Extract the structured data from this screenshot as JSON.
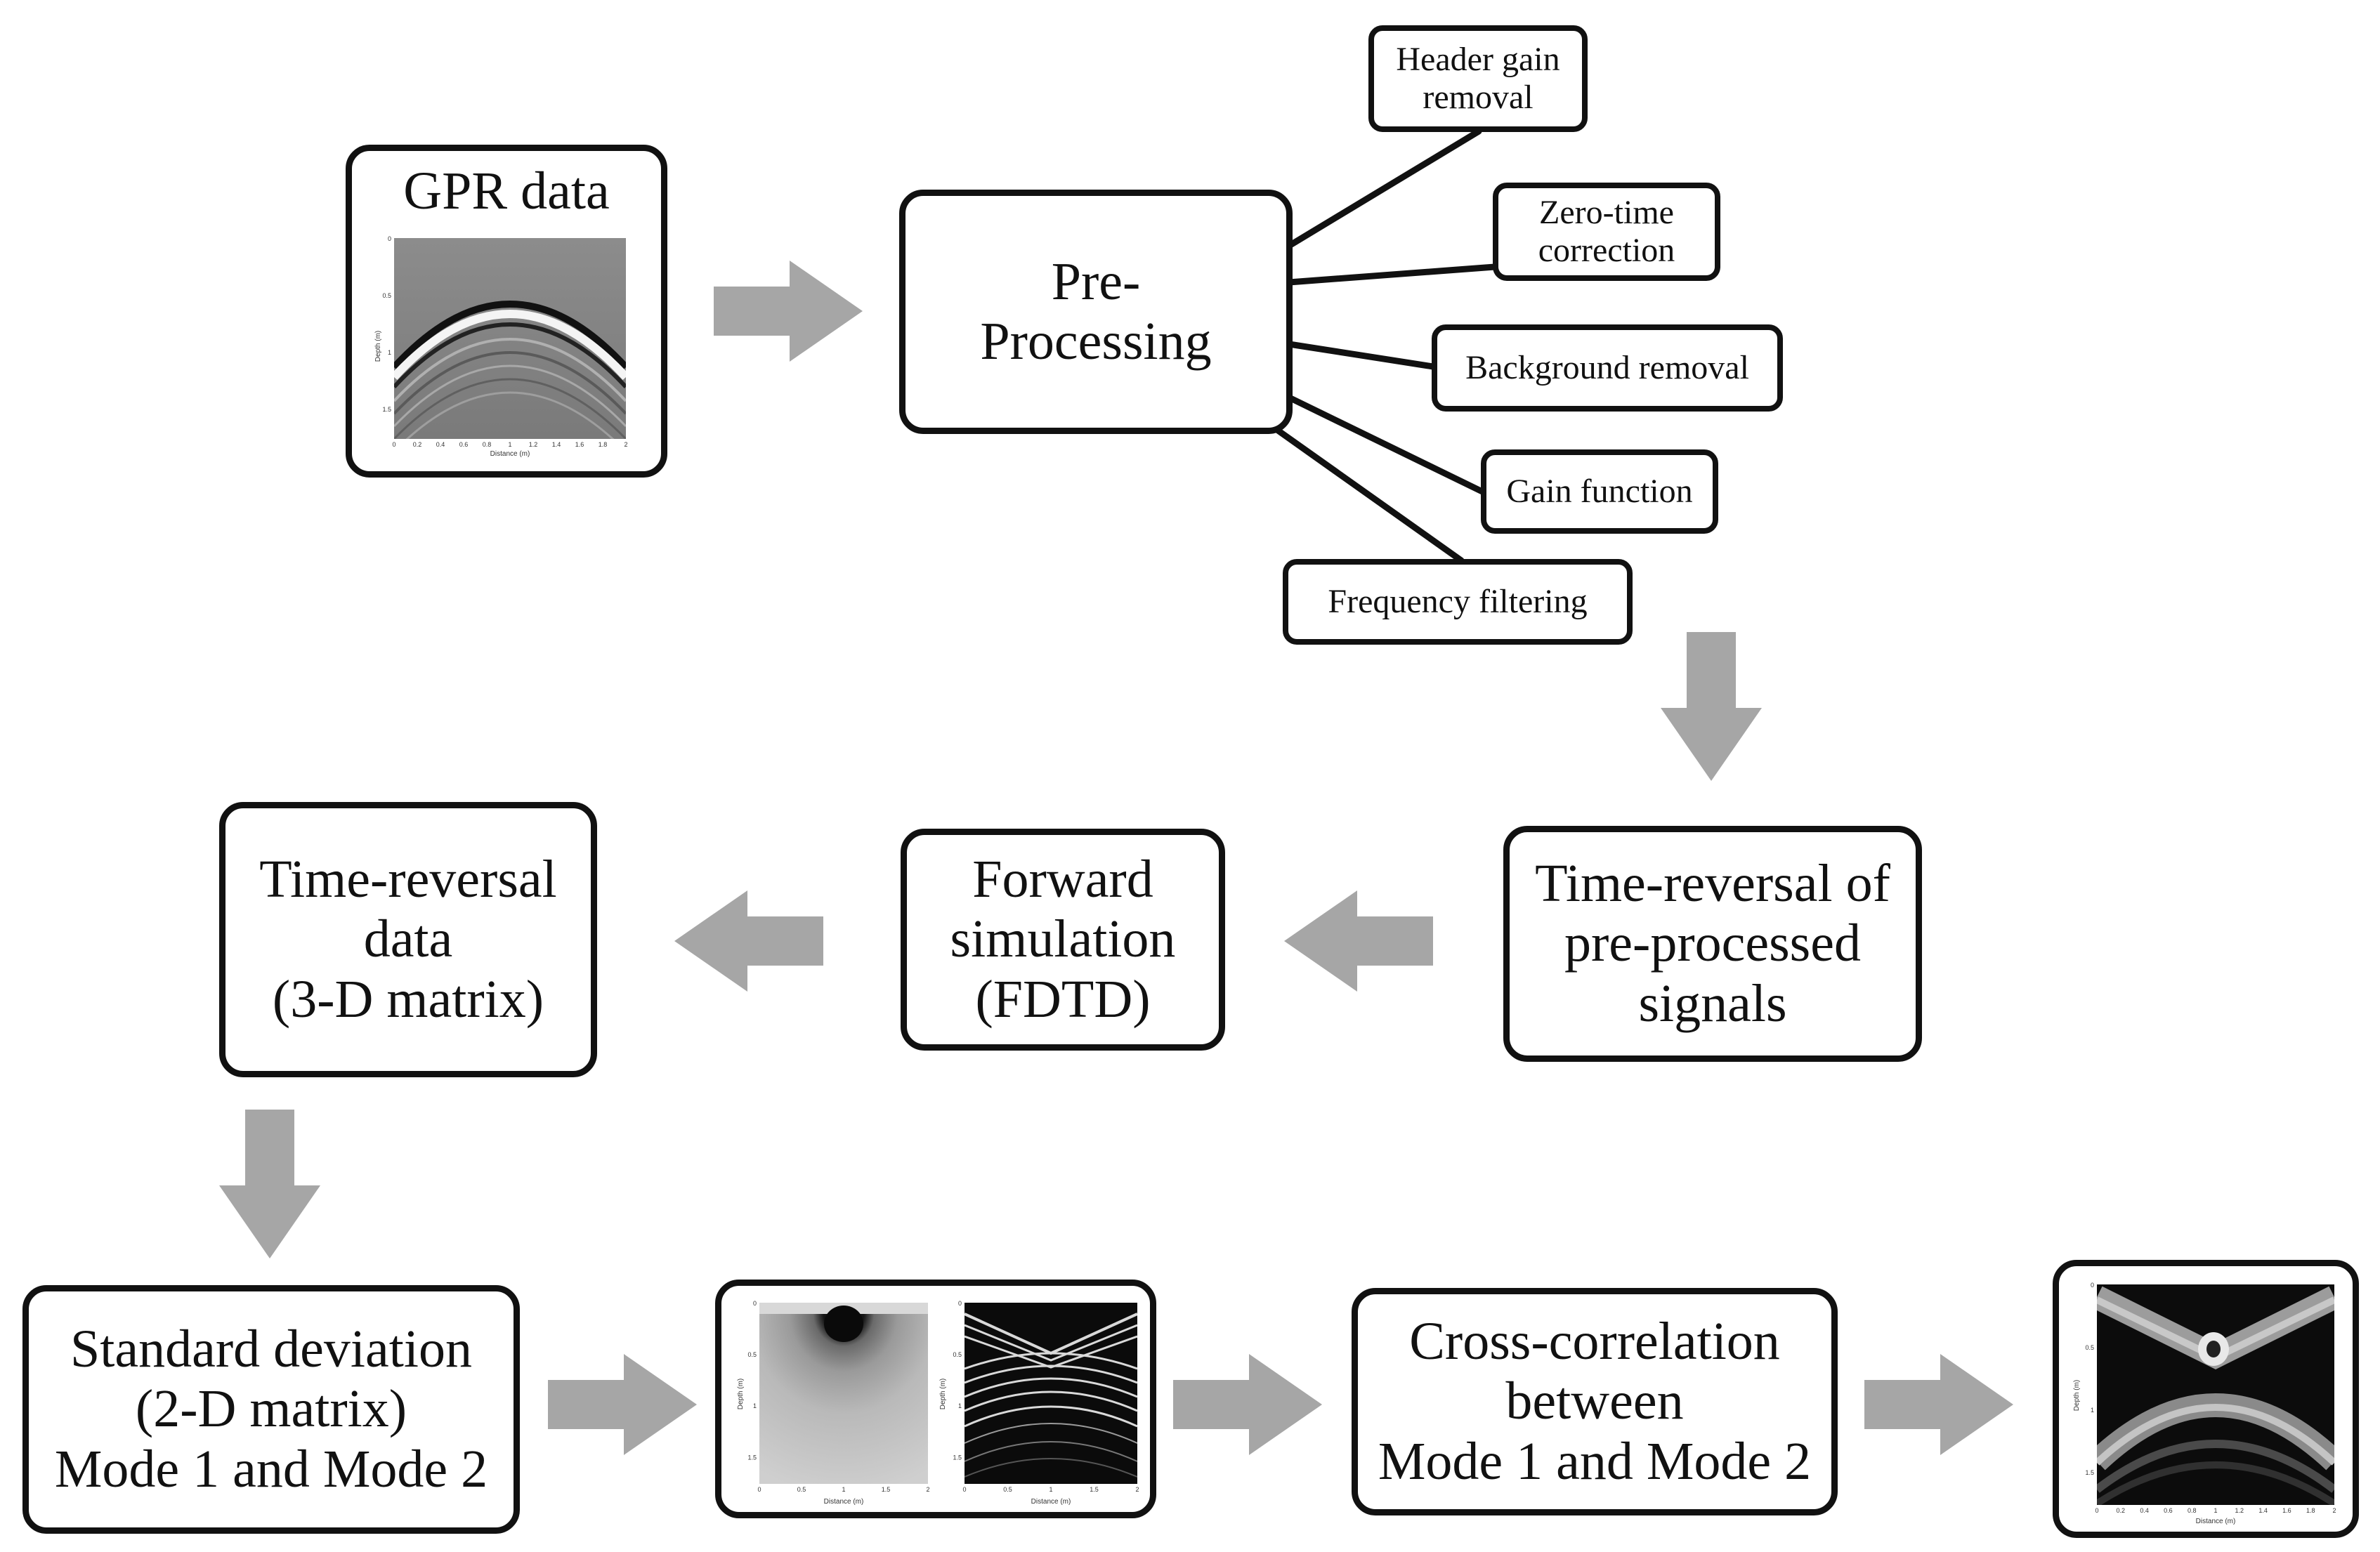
{
  "colors": {
    "arrow": "#a6a6a6",
    "border": "#111111"
  },
  "nodes": {
    "gpr": {
      "title": "GPR data"
    },
    "preprocessing": {
      "lines": [
        "Pre-",
        "Processing"
      ]
    },
    "header_gain": {
      "lines": [
        "Header gain",
        "removal"
      ]
    },
    "zero_time": {
      "lines": [
        "Zero-time",
        "correction"
      ]
    },
    "background": {
      "lines": [
        "Background removal"
      ]
    },
    "gain_function": {
      "lines": [
        "Gain function"
      ]
    },
    "frequency": {
      "lines": [
        "Frequency filtering"
      ]
    },
    "time_reversal_signals": {
      "lines": [
        "Time-reversal of",
        "pre-processed",
        "signals"
      ]
    },
    "forward_sim": {
      "lines": [
        "Forward",
        "simulation",
        "(FDTD)"
      ]
    },
    "tr_data": {
      "lines": [
        "Time-reversal",
        "data",
        "(3-D matrix)"
      ]
    },
    "std_dev": {
      "lines": [
        "Standard deviation",
        "(2-D matrix)",
        "Mode 1 and Mode 2"
      ]
    },
    "cross_corr": {
      "lines": [
        "Cross-correlation",
        "between",
        "Mode 1 and Mode 2"
      ]
    }
  },
  "thumbnails": {
    "gpr": {
      "ylabel": "Depth (m)",
      "xlabel": "Distance (m)",
      "yticks": [
        "0",
        "0.5",
        "1",
        "1.5"
      ],
      "xticks": [
        "0",
        "0.2",
        "0.4",
        "0.6",
        "0.8",
        "1",
        "1.2",
        "1.4",
        "1.6",
        "1.8",
        "2"
      ]
    },
    "mode1": {
      "ylabel": "Depth (m)",
      "xlabel": "Distance (m)",
      "yticks": [
        "0",
        "0.5",
        "1",
        "1.5"
      ],
      "xticks": [
        "0",
        "0.5",
        "1",
        "1.5",
        "2"
      ]
    },
    "mode2": {
      "ylabel": "Depth (m)",
      "xlabel": "Distance (m)",
      "yticks": [
        "0",
        "0.5",
        "1",
        "1.5"
      ],
      "xticks": [
        "0",
        "0.5",
        "1",
        "1.5",
        "2"
      ]
    },
    "result": {
      "ylabel": "Depth (m)",
      "xlabel": "Distance (m)",
      "yticks": [
        "0",
        "0.5",
        "1",
        "1.5"
      ],
      "xticks": [
        "0",
        "0.2",
        "0.4",
        "0.6",
        "0.8",
        "1",
        "1.2",
        "1.4",
        "1.6",
        "1.8",
        "2"
      ]
    }
  }
}
